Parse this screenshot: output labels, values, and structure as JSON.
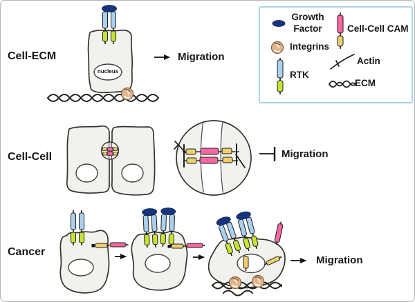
{
  "figure": {
    "rows": [
      {
        "label": "Cell-ECM",
        "outcome": "Migration",
        "connector": "arrow"
      },
      {
        "label": "Cell-Cell",
        "outcome": "Migration",
        "connector": "inhibition-bar"
      },
      {
        "label": "Cancer",
        "outcome": "Migration",
        "connector": "arrow"
      }
    ],
    "nucleus_label": "nucleus"
  },
  "legend": {
    "items": [
      {
        "icon": "growth-factor-icon",
        "label": "Growth Factor"
      },
      {
        "icon": "integrins-icon",
        "label": "Integrins"
      },
      {
        "icon": "rtk-icon",
        "label": "RTK"
      },
      {
        "icon": "cell-cell-cam-icon",
        "label": "Cell-Cell CAM"
      },
      {
        "icon": "actin-icon",
        "label": "Actin"
      },
      {
        "icon": "ecm-icon",
        "label": "ECM"
      }
    ]
  },
  "colors": {
    "growthFactor": "#16357d",
    "rtkBlue": "#abd0ee",
    "rtkGreen": "#c8e430",
    "camPink": "#f4679f",
    "camYellow": "#eecf6e",
    "integrinTan": "#e2b68c",
    "cellFill": "#f1f1ee",
    "stroke": "#35312c",
    "legendBorder": "#a9d4e8",
    "background": "#ffffff"
  }
}
